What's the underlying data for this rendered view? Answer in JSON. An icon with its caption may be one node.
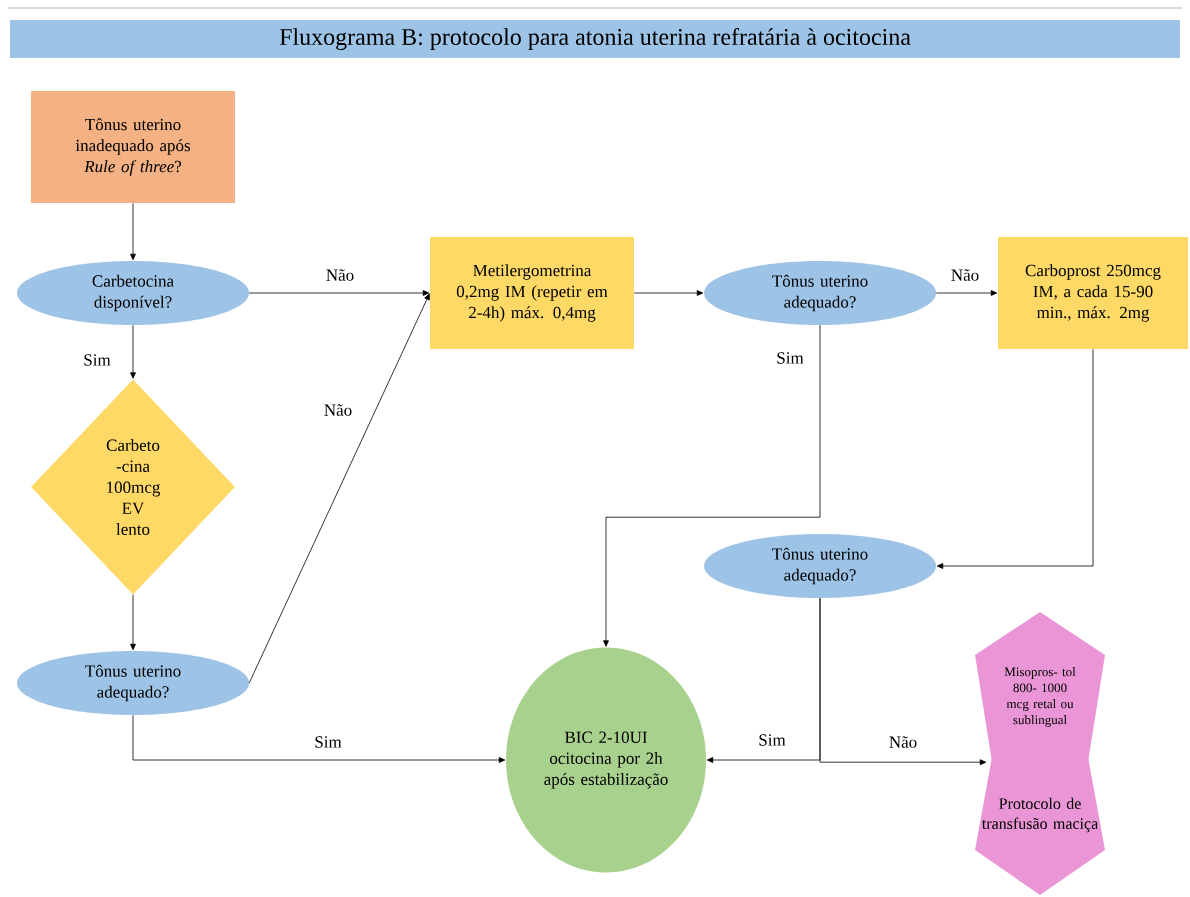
{
  "diagram": {
    "title": "Fluxograma B: protocolo para atonia uterina refratária à ocitocina",
    "nodes": [
      {
        "text": [
          "Tônus uterino inadequado após *Rule of three*?"
        ]
      },
      {
        "text": [
          "Carbetocina disponível?"
        ]
      },
      {
        "text": [
          "Carbeto -cina 100mcg EV lento"
        ]
      },
      {
        "text": [
          "Tônus uterino adequado?"
        ]
      },
      {
        "text": [
          "Metilergometrina 0,2mg IM (repetir em 2-4h) máx. 0,4mg"
        ]
      },
      {
        "text": [
          "Tônus uterino adequado?"
        ]
      },
      {
        "text": [
          "Carboprost 250mcg IM, a cada 15-90 min., máx. 2mg"
        ]
      },
      {
        "text": [
          "Tônus uterino adequado?"
        ]
      },
      {
        "text": [
          "BIC 2-10UI ocitocina por 2h após estabilização"
        ]
      },
      {
        "text": [
          "Misopros- tol 800- 1000 mcg retal ou sublingual"
        ]
      },
      {
        "text": [
          "Protocolo de transfusão maciça"
        ]
      }
    ],
    "edges": [
      {
        "from": 0,
        "to": 1,
        "arrow": "to"
      },
      {
        "from": 1,
        "to": 4,
        "arrow": "to",
        "label": "Não"
      },
      {
        "from": 1,
        "to": 2,
        "arrow": "to",
        "label": "Sim"
      },
      {
        "from": 2,
        "to": 3,
        "arrow": "to"
      },
      {
        "from": 3,
        "to": 4,
        "arrow": "to",
        "label": "Não"
      },
      {
        "from": 3,
        "to": 8,
        "arrow": "to",
        "label": "Sim"
      },
      {
        "from": 4,
        "to": 5,
        "arrow": "to"
      },
      {
        "from": 5,
        "to": 6,
        "arrow": "to",
        "label": "Não"
      },
      {
        "from": 5,
        "to": 8,
        "arrow": "to",
        "label": "Sim"
      },
      {
        "from": 6,
        "to": 7,
        "arrow": "to"
      },
      {
        "from": 7,
        "to": 8,
        "arrow": "to",
        "label": "Sim"
      },
      {
        "from": 7,
        "to": 9,
        "arrow": "to",
        "label": "Não"
      }
    ]
  }
}
